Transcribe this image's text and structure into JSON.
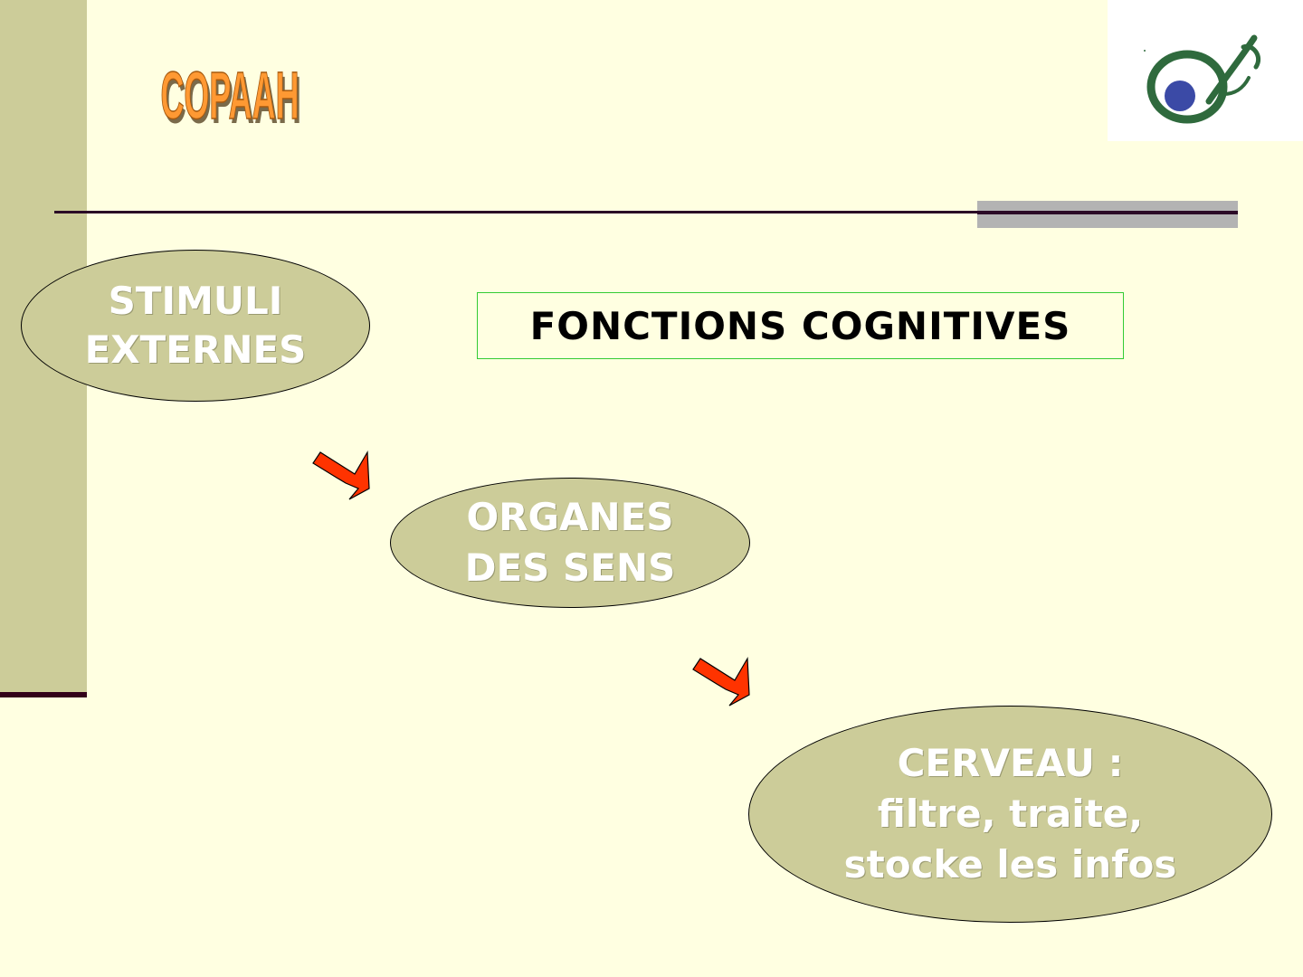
{
  "header": {
    "brand_logo_text": "COPAAH",
    "emblem_icon": "eye-emblem-icon"
  },
  "title": "FONCTIONS COGNITIVES",
  "flow": {
    "nodes": [
      {
        "lines": [
          "STIMULI",
          "EXTERNES"
        ]
      },
      {
        "lines": [
          "ORGANES",
          "DES SENS"
        ]
      },
      {
        "lines": [
          "CERVEAU :",
          "filtre, traite,",
          "stocke les infos"
        ]
      }
    ],
    "arrow_icon": "bent-arrow-down-right-icon"
  },
  "colors": {
    "background": "#ffffe1",
    "node_fill": "#cccc99",
    "node_text": "#ffffff",
    "arrow_fill": "#ff3300",
    "title_border": "#33cc33",
    "logo_orange": "#ff9933",
    "emblem_green": "#2f6a3d",
    "emblem_blue": "#3b4aa6",
    "rule": "#2b0a26",
    "gray_bar": "#b3b3b3"
  }
}
